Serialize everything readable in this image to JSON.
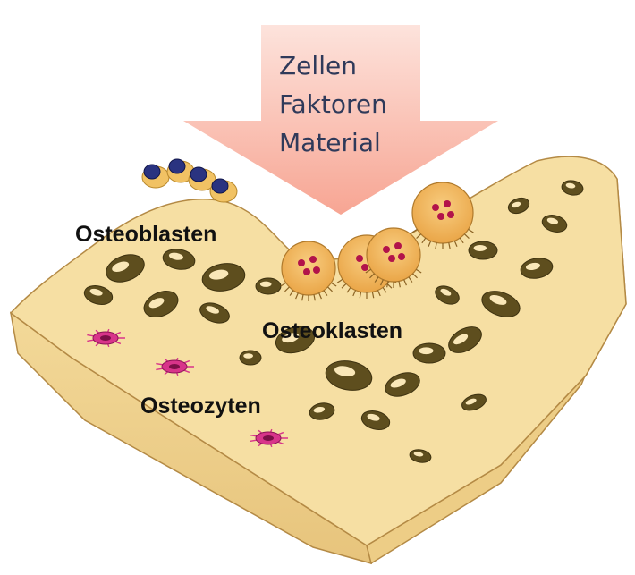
{
  "arrow": {
    "lines": [
      "Zellen",
      "Faktoren",
      "Material"
    ],
    "text_color": "#2f3a5a",
    "fill_top": "#fde3dc",
    "fill_bottom": "#f7a593"
  },
  "labels": {
    "osteoblasts": "Osteoblasten",
    "osteoclasts": "Osteoklasten",
    "osteocytes": "Osteozyten"
  },
  "colors": {
    "bone_top": "#f6dfa3",
    "bone_side": "#f0d28a",
    "bone_dark": "#c9a15a",
    "pore": "#5e4e1e",
    "osteoblast_nucleus": "#2a3380",
    "osteoclast": "#f2b964",
    "osteoclast_nucleus": "#b2134a",
    "osteocyte": "#d8348a"
  }
}
